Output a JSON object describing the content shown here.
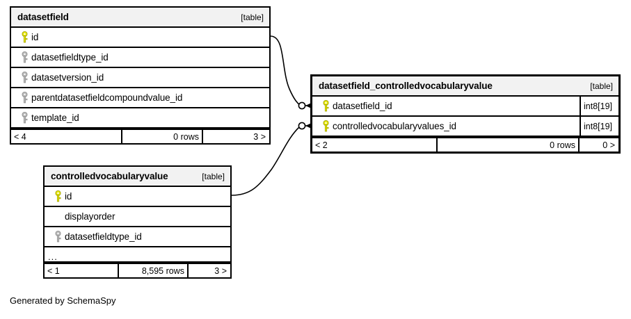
{
  "diagram": {
    "caption": "Generated by SchemaSpy",
    "table_tag": "[table]",
    "key_colors": {
      "primary": "#e8e80c",
      "foreign": "#b3b3b3"
    },
    "line_color": "#000000",
    "header_bg": "#f2f2f2"
  },
  "tables": [
    {
      "name": "datasetfield",
      "tag": "[table]",
      "columns": [
        {
          "name": "id",
          "key": "primary",
          "type": ""
        },
        {
          "name": "datasetfieldtype_id",
          "key": "foreign",
          "type": ""
        },
        {
          "name": "datasetversion_id",
          "key": "foreign",
          "type": ""
        },
        {
          "name": "parentdatasetfieldcompoundvalue_id",
          "key": "foreign",
          "type": ""
        },
        {
          "name": "template_id",
          "key": "foreign",
          "type": ""
        }
      ],
      "footer": {
        "left": "< 4",
        "middle": "0 rows",
        "right": "3 >"
      }
    },
    {
      "name": "datasetfield_controlledvocabularyvalue",
      "tag": "[table]",
      "columns": [
        {
          "name": "datasetfield_id",
          "key": "primary",
          "type": "int8[19]"
        },
        {
          "name": "controlledvocabularyvalues_id",
          "key": "primary",
          "type": "int8[19]"
        }
      ],
      "footer": {
        "left": "< 2",
        "middle": "0 rows",
        "right": "0 >"
      }
    },
    {
      "name": "controlledvocabularyvalue",
      "tag": "[table]",
      "columns": [
        {
          "name": "id",
          "key": "primary",
          "type": ""
        },
        {
          "name": "displayorder",
          "key": "none",
          "type": ""
        },
        {
          "name": "datasetfieldtype_id",
          "key": "foreign",
          "type": ""
        },
        {
          "name": "...",
          "key": "none",
          "type": ""
        }
      ],
      "footer": {
        "left": "< 1",
        "middle": "8,595 rows",
        "right": "3 >"
      }
    }
  ],
  "relationships": [
    {
      "from": "datasetfield.id",
      "to": "datasetfield_controlledvocabularyvalue.datasetfield_id"
    },
    {
      "from": "controlledvocabularyvalue.id",
      "to": "datasetfield_controlledvocabularyvalue.controlledvocabularyvalues_id"
    }
  ]
}
